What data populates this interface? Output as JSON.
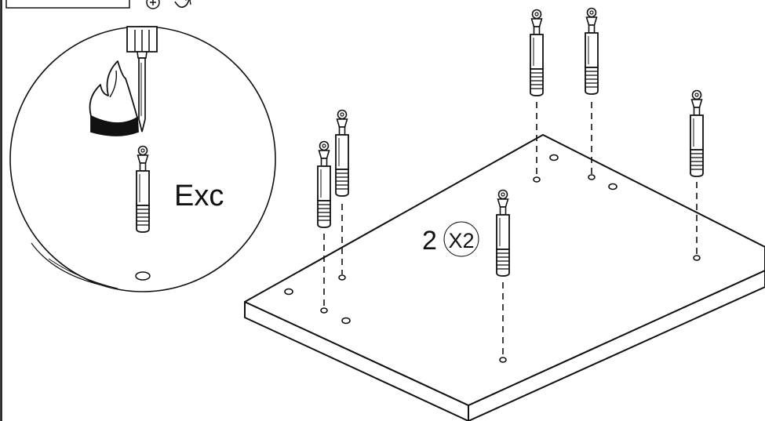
{
  "diagram": {
    "step_label": "2",
    "quantity_label": "X2",
    "detail_label": "Exc",
    "colors": {
      "ink": "#111111",
      "paper": "#ffffff"
    },
    "icons": [
      "phillips-screwdriver-icon",
      "rotate-arrow-icon",
      "cam-bolt-icon",
      "board-panel-icon"
    ]
  }
}
